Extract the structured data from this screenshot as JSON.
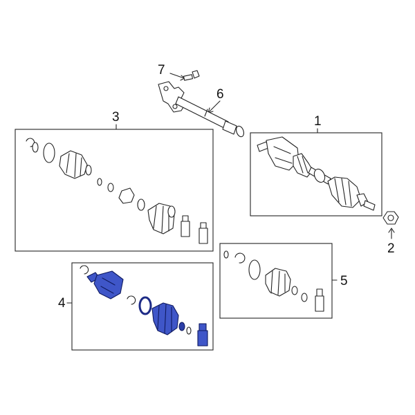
{
  "callouts": {
    "c1": "1",
    "c2": "2",
    "c3": "3",
    "c4": "4",
    "c5": "5",
    "c6": "6",
    "c7": "7"
  },
  "colors": {
    "highlight": "#3f56c8",
    "highlight_stroke": "#0f1a5e",
    "line": "#222222"
  }
}
